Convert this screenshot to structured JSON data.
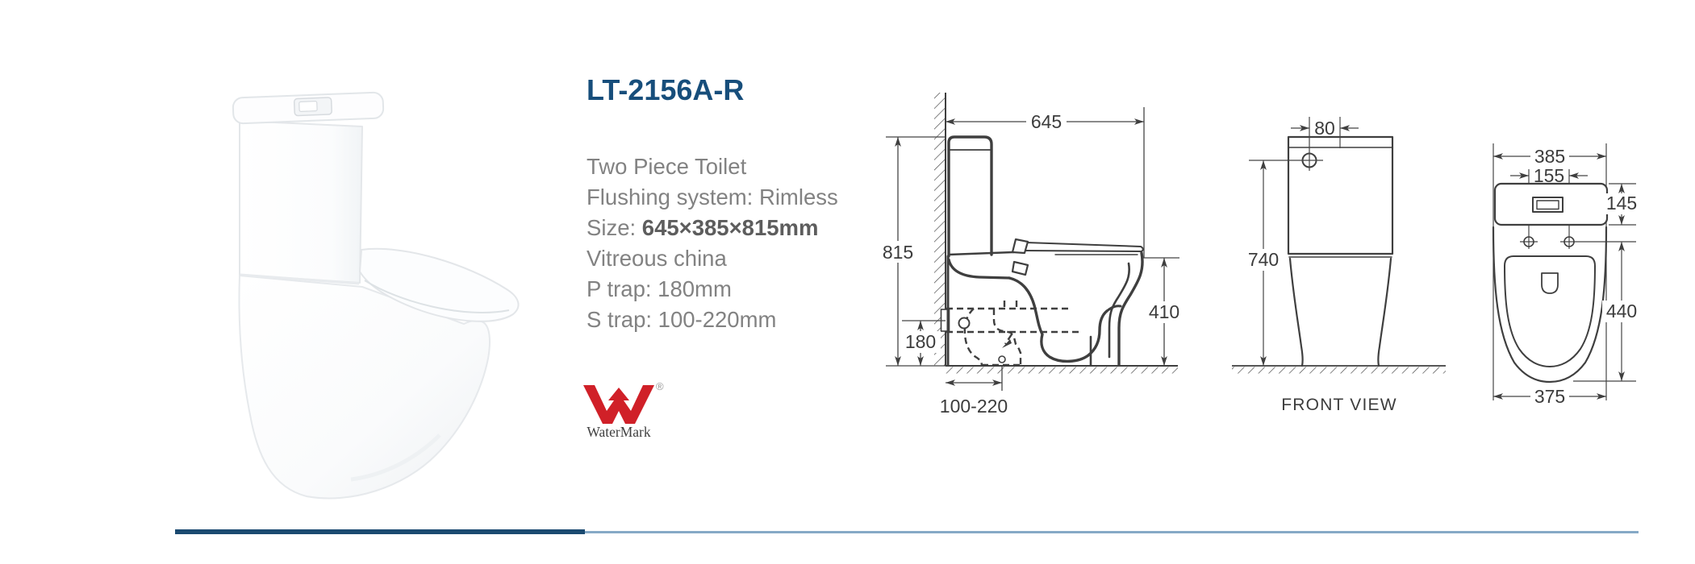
{
  "page": {
    "model_title": "LT-2156A-R",
    "specs": {
      "type": "Two Piece Toilet",
      "flushing": "Flushing system: Rimless",
      "size_label": "Size: ",
      "size_value": "645×385×815mm",
      "material": "Vitreous china",
      "p_trap": "P trap: 180mm",
      "s_trap": "S trap: 100-220mm"
    },
    "certification": {
      "name": "WaterMark",
      "registered_symbol": "®",
      "logo_icon": "watermark-w-arrow-logo",
      "logo_color": "#d02028"
    },
    "drawings": {
      "side_view": {
        "width_mm": "645",
        "overall_height_mm": "815",
        "trap_center_height_mm": "180",
        "pan_height_mm": "410",
        "set_out_range_mm": "100-220"
      },
      "front_view": {
        "button_offset_mm": "80",
        "height_mm": "740",
        "caption": "FRONT VIEW"
      },
      "top_view": {
        "overall_width_mm": "385",
        "hole_spacing_mm": "155",
        "tank_depth_mm": "145",
        "pan_length_mm": "440",
        "pan_width_mm": "375"
      }
    },
    "colors": {
      "title_blue": "#174e7b",
      "divider_dark": "#1b4a70",
      "divider_light": "#86a9c6",
      "logo_red": "#d02028",
      "body_gray": "#828282",
      "drawing_line": "#3f3f3f"
    }
  }
}
